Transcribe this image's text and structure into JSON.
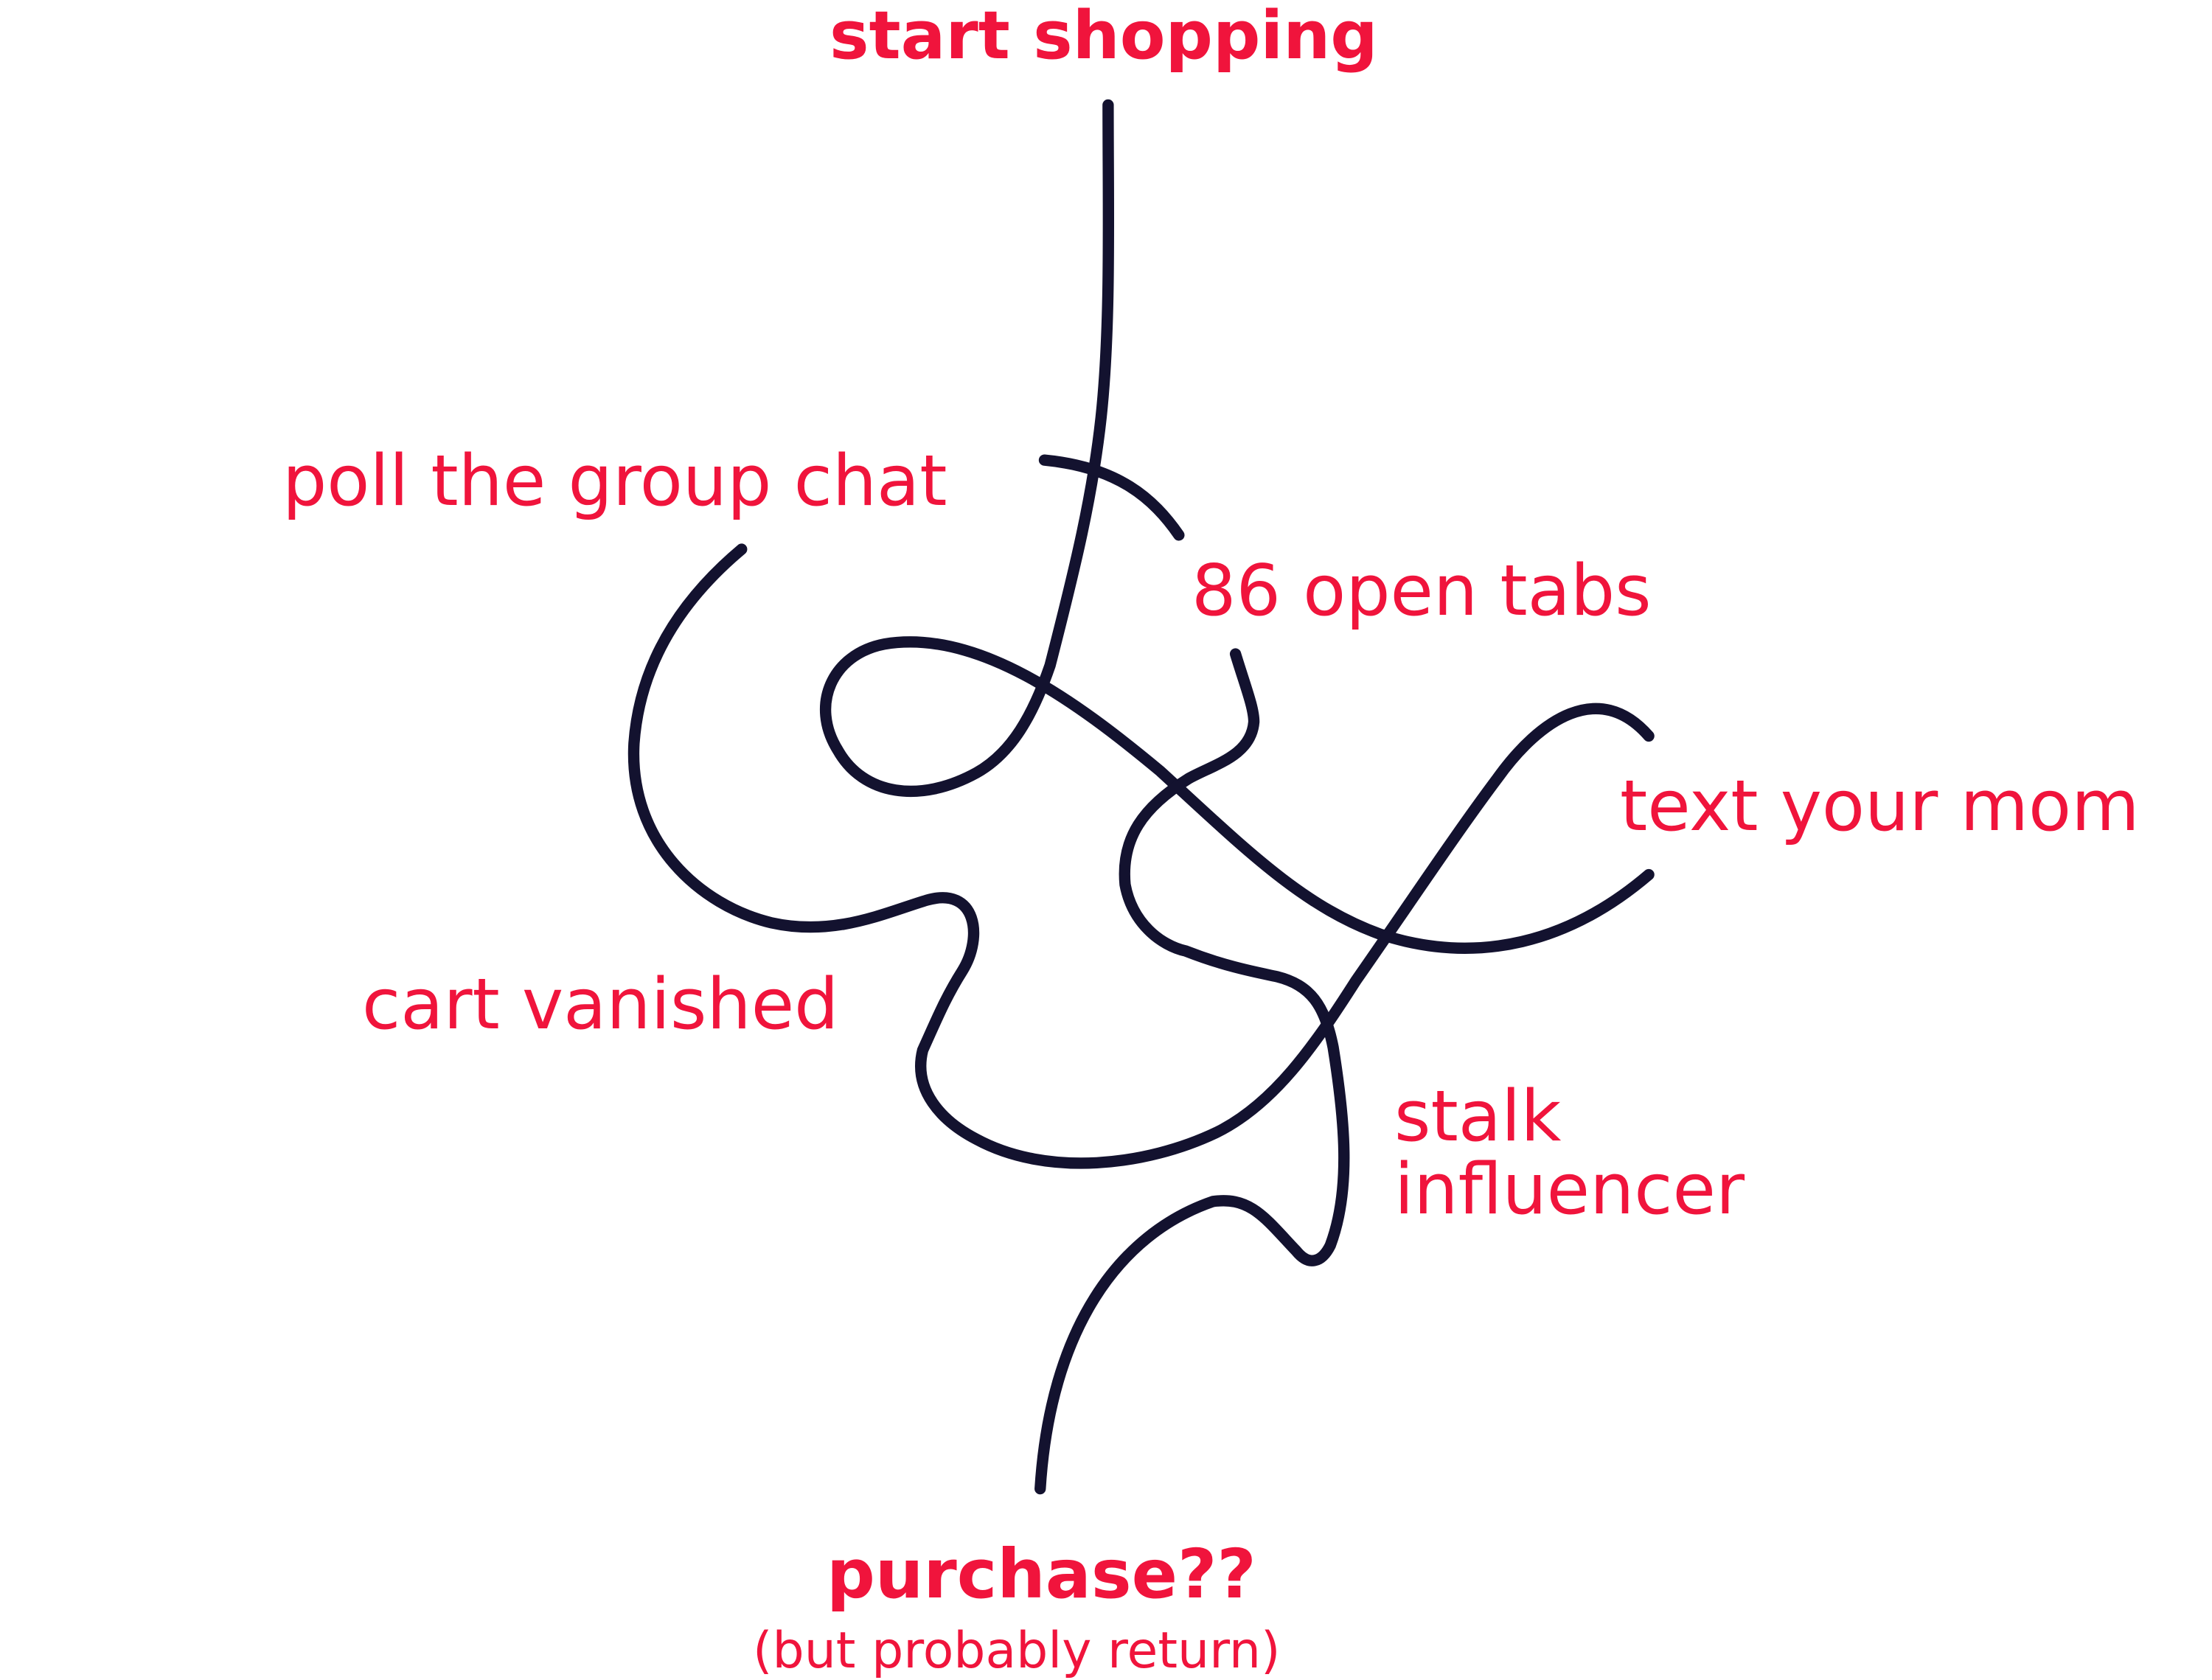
{
  "colors": {
    "accent": "#f0143c",
    "line": "#13122f",
    "background": "#ffffff"
  },
  "labels": {
    "start": "start shopping",
    "group_chat": "poll the group chat",
    "open_tabs": "86 open tabs",
    "text_mom": "text your mom",
    "cart": "cart vanished",
    "stalk_line1": "stalk",
    "stalk_line2": "influencer",
    "purchase": "purchase??",
    "purchase_note": "(but probably return)"
  }
}
